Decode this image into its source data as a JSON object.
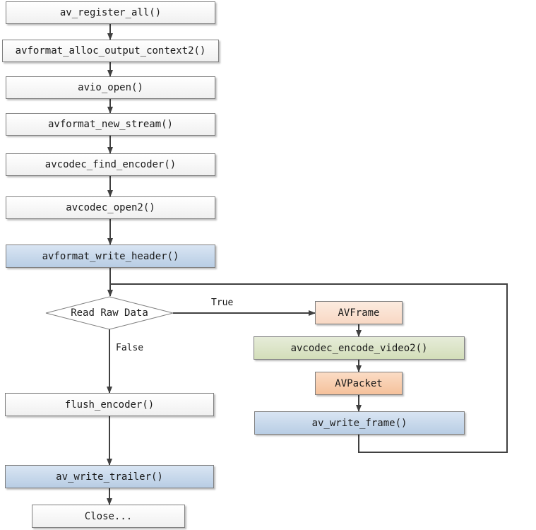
{
  "nodes": {
    "av_register_all": "av_register_all()",
    "avformat_alloc_output_context2": "avformat_alloc_output_context2()",
    "avio_open": "avio_open()",
    "avformat_new_stream": "avformat_new_stream()",
    "avcodec_find_encoder": "avcodec_find_encoder()",
    "avcodec_open2": "avcodec_open2()",
    "avformat_write_header": "avformat_write_header()",
    "read_raw_data": "Read Raw Data",
    "avframe": "AVFrame",
    "avcodec_encode_video2": "avcodec_encode_video2()",
    "avpacket": "AVPacket",
    "av_write_frame": "av_write_frame()",
    "flush_encoder": "flush_encoder()",
    "av_write_trailer": "av_write_trailer()",
    "close": "Close..."
  },
  "edges": {
    "true_label": "True",
    "false_label": "False"
  },
  "colors": {
    "plain": "#f5f5f5",
    "blue": "#c5d7ea",
    "peach": "#fbe2d3",
    "green": "#dce5c8",
    "orange": "#f8ceb0",
    "line": "#404040"
  }
}
